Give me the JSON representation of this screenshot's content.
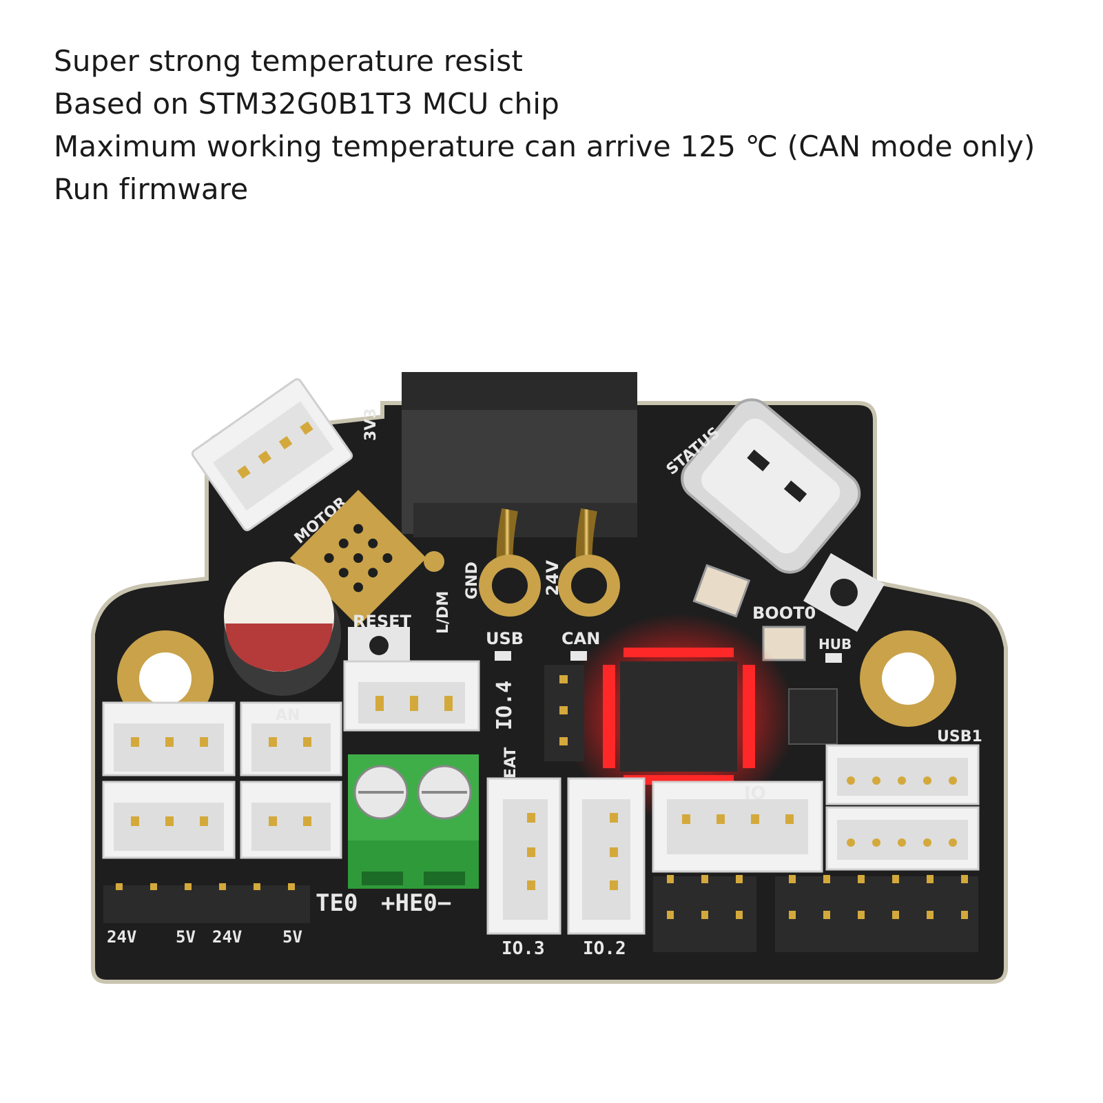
{
  "features": [
    "Super strong temperature resist",
    "Based on STM32G0B1T3 MCU chip",
    "Maximum working temperature can arrive 125 ℃ (CAN mode only)",
    "Run firmware"
  ],
  "board": {
    "labels": {
      "v3": "3V3",
      "motor": "MOTOR",
      "status": "STATUS",
      "ldm": "L/DM",
      "gnd": "GND",
      "v24": "24V",
      "reset": "RESET",
      "boot0": "BOOT0",
      "usb": "USB",
      "can": "CAN",
      "hub": "HUB",
      "io4": "IO.4",
      "usb1": "USB1",
      "heat": "EAT",
      "te0": "TE0",
      "he0": "+HE0−",
      "io3": "IO.3",
      "io2": "IO.2",
      "fan": "AN",
      "io": "IO",
      "p24a": "24V",
      "p5a": "5V",
      "p24b": "24V",
      "p5b": "5V"
    },
    "colors": {
      "pcb": "#1e1e1e",
      "gold": "#c9a24a",
      "terminal": "#3fae49",
      "led": "#ff2020",
      "connector": "#f2f2f2"
    }
  }
}
